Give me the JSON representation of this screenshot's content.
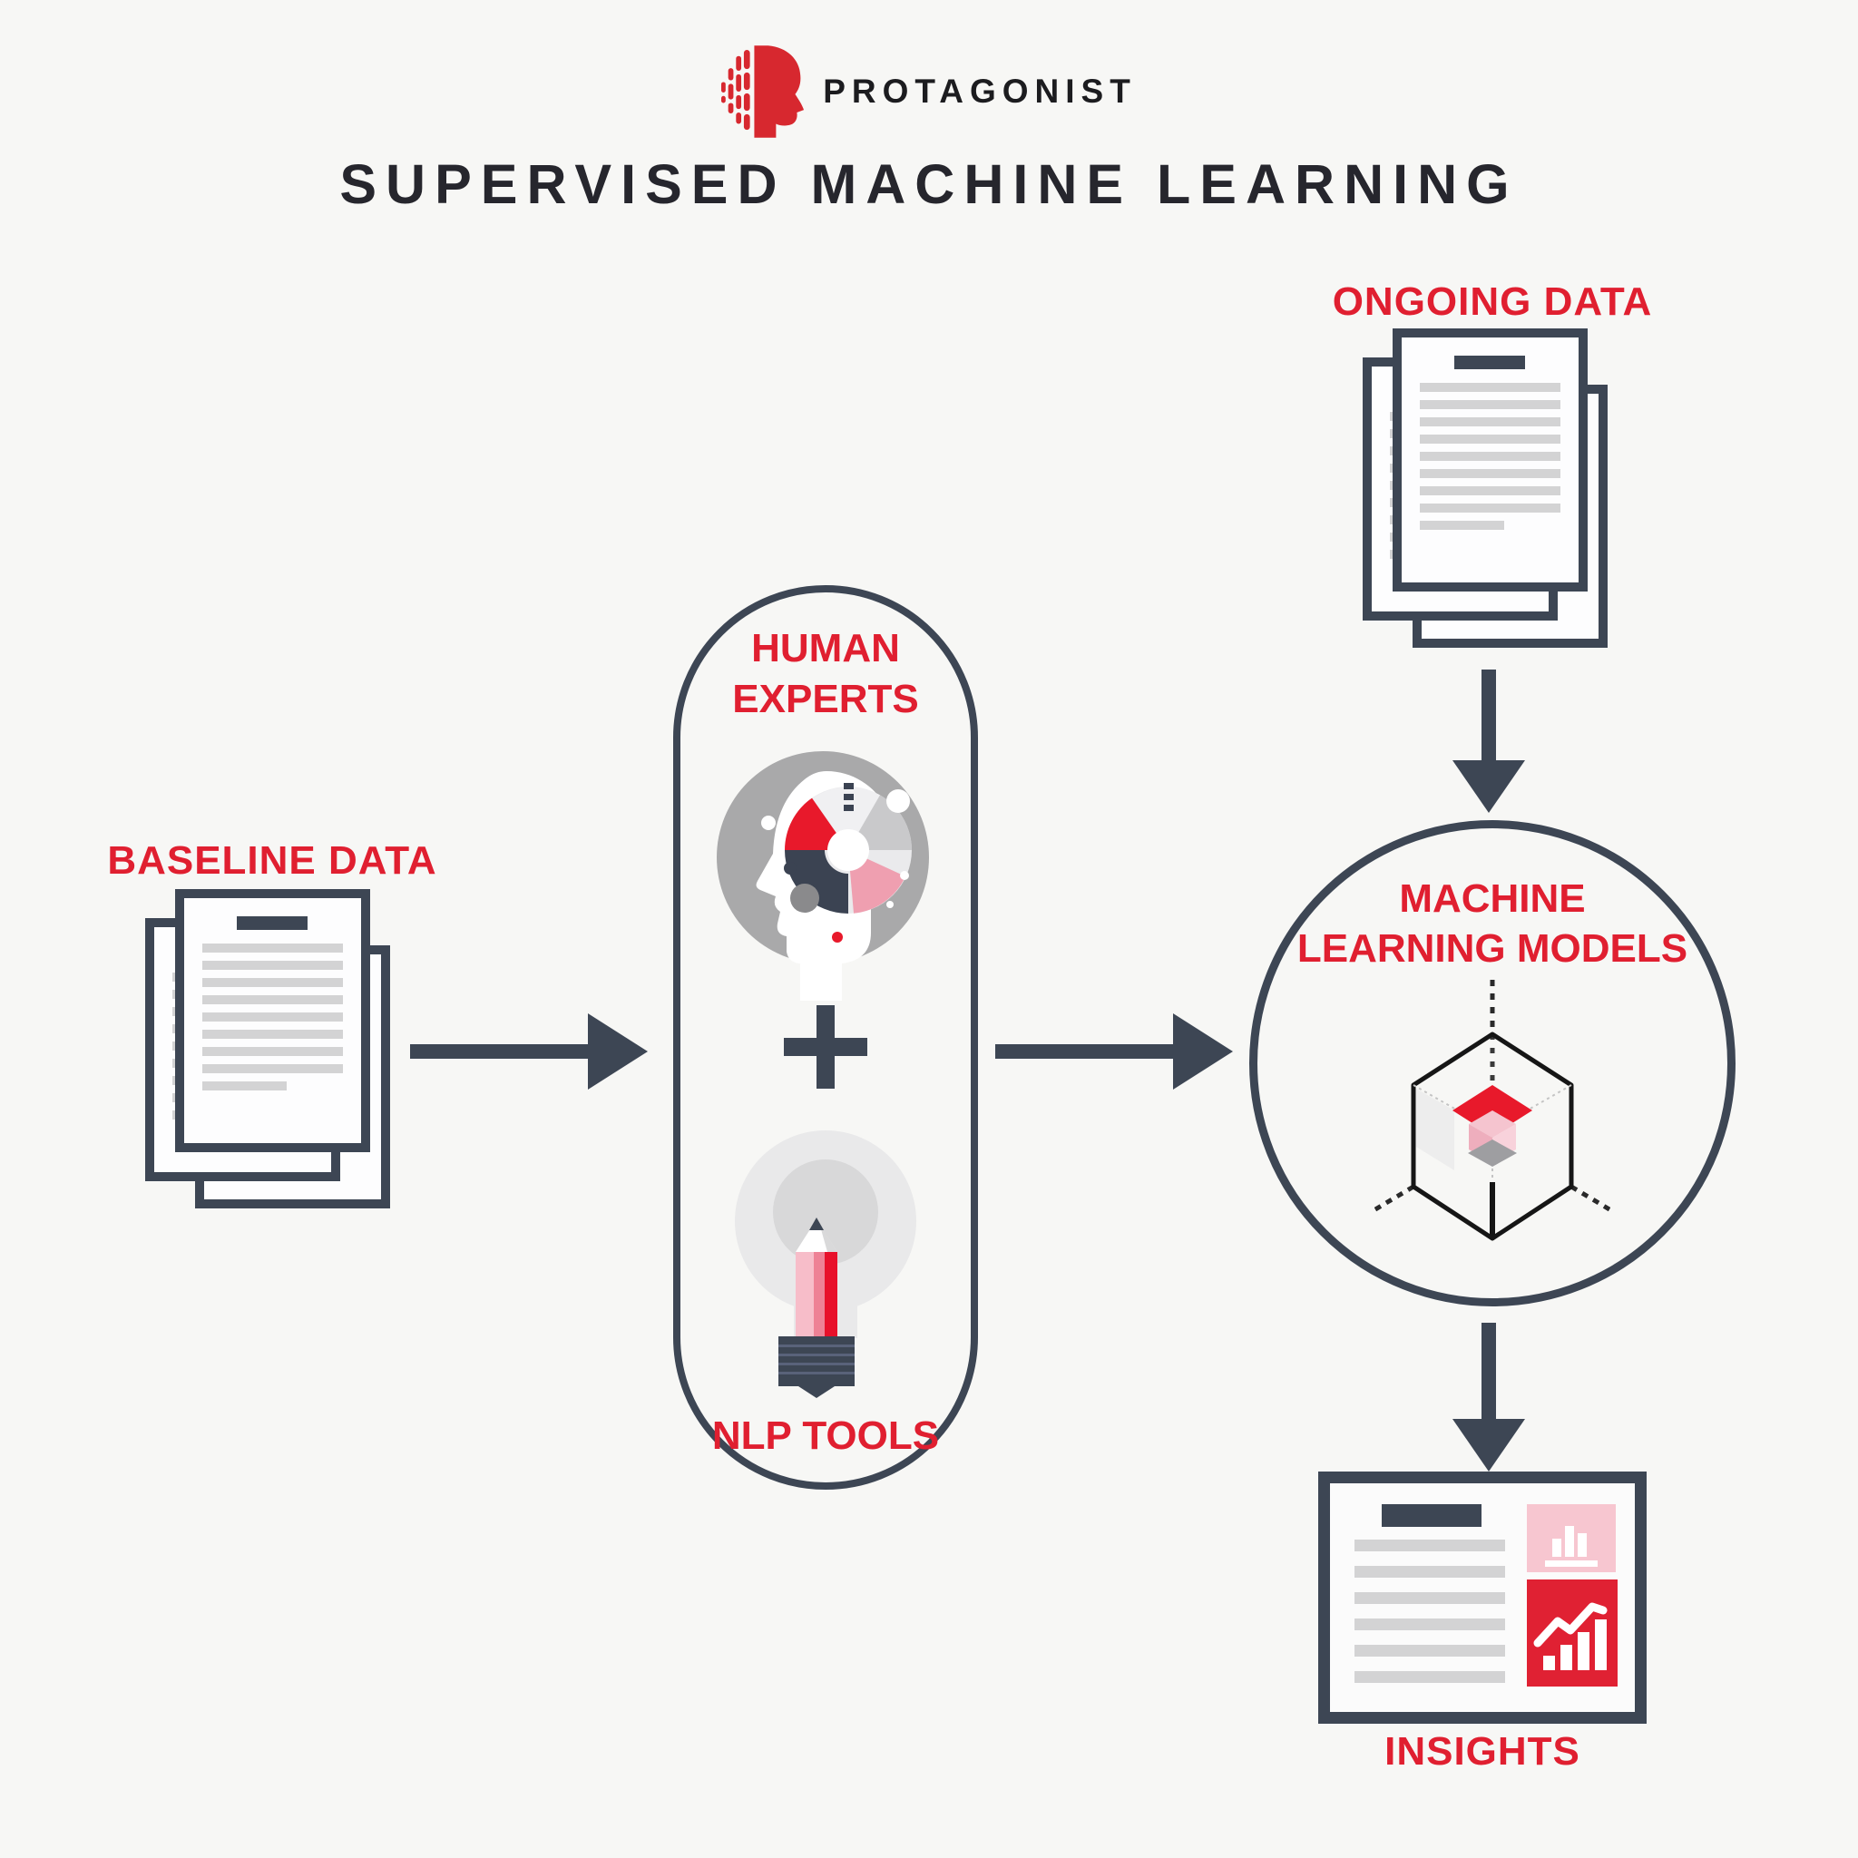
{
  "logo": {
    "brand": "PROTAGONIST"
  },
  "title": "SUPERVISED MACHINE LEARNING",
  "labels": {
    "ongoing": "ONGOING DATA",
    "baseline": "BASELINE DATA",
    "insights": "INSIGHTS"
  },
  "capsule": {
    "title_line1": "HUMAN",
    "title_line2": "EXPERTS",
    "bottom_label": "NLP TOOLS"
  },
  "circle": {
    "title_line1": "MACHINE",
    "title_line2": "LEARNING MODELS"
  },
  "colors": {
    "background": "#f7f7f5",
    "navy": "#3d4654",
    "label_red": "#e01f30",
    "logo_red": "#d7282f",
    "title_color": "#26262d",
    "doc_line_gray": "#d3d3d4",
    "pink_panel": "#f7c6d0",
    "red_panel": "#e02133"
  },
  "icons": {
    "logo_mark": "protagonist-head-logo-icon",
    "baseline_docs": "document-stack-icon",
    "ongoing_docs": "document-stack-icon",
    "human_experts": "head-with-pie-chart-icon",
    "plus": "plus-icon",
    "nlp_tools": "lightbulb-pencil-icon",
    "ml_model": "3d-cube-icon",
    "insights_report": "report-dashboard-icon",
    "flow_arrows": [
      "arrow-right",
      "arrow-right",
      "arrow-down",
      "arrow-down"
    ]
  }
}
